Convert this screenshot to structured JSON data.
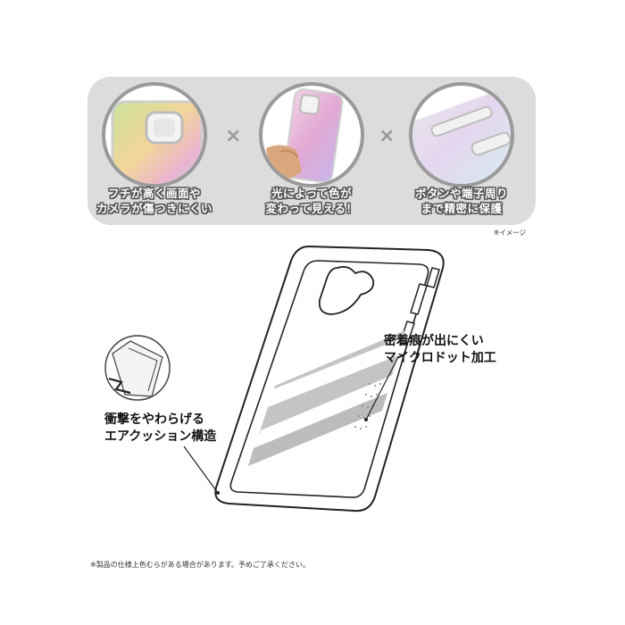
{
  "features": [
    {
      "line1": "フチが高く画面や",
      "line2": "カメラが傷つきにくい",
      "icon": "camera-bump-icon"
    },
    {
      "line1": "光によって色が",
      "line2": "変わって見える！",
      "icon": "hand-holding-phone-icon"
    },
    {
      "line1": "ボタンや端子周り",
      "line2": "まで精密に保護",
      "icon": "side-button-icon"
    }
  ],
  "times_symbol": "×",
  "image_note": "※イメージ",
  "callouts": {
    "microdot": {
      "line1": "密着痕が出にくい",
      "line2": "マイクロドット加工"
    },
    "aircushion": {
      "line1": "衝撃をやわらげる",
      "line2": "エアクッション構造"
    }
  },
  "footnote": "※製品の仕様上色むらがある場合があります。予めご了承ください。",
  "colors": {
    "panel": "#dcdcdc",
    "ring": "#9a9a9a",
    "outline": "#222222",
    "stripe": "#b0b0b0"
  }
}
